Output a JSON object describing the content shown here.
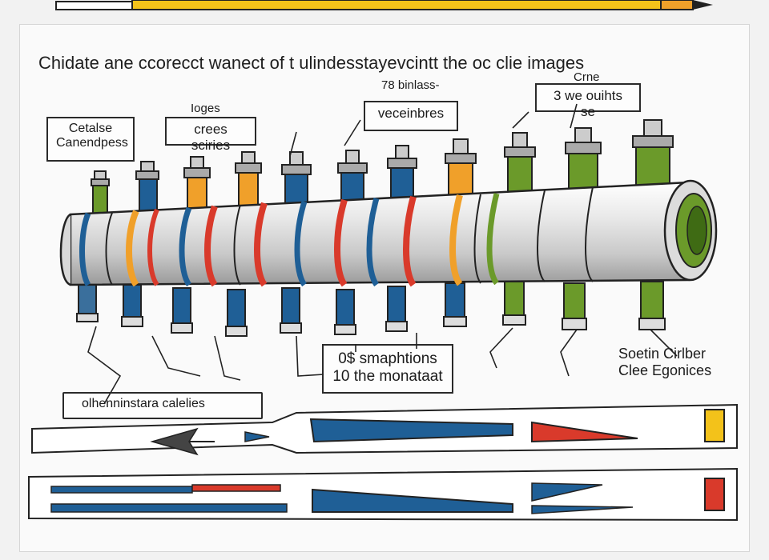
{
  "title": "Chidate ane ccorecct wanect of t ulindesstayevcintt the oc clie images",
  "labels": {
    "top_left_box": [
      "Cetalse",
      "Canendpess"
    ],
    "top_left_small": "Ioges",
    "second_box": "crees sciries",
    "center_top_small": "78 binlass-",
    "center_box": "veceinbres",
    "right_small": "Crne",
    "right_box": "3 we ouihts se",
    "mid_box": [
      "0$ smaphtions",
      "10 the monataat"
    ],
    "right_text": [
      "Soetin Cirlber",
      "Clee Egonices"
    ],
    "lower_box": "olhenninstara calelies"
  },
  "colors": {
    "blue": "#1f5f96",
    "red": "#d93a2b",
    "orange": "#f0a02a",
    "yellow": "#f3c21a",
    "green": "#6b9a2a",
    "dark": "#222222"
  },
  "pencil_colors": [
    "#f3c21a",
    "#f0a02a"
  ],
  "band_colors": [
    "#1f5f96",
    "#f0a02a",
    "#d93a2b",
    "#1f5f96",
    "#d93a2b",
    "#d93a2b",
    "#1f5f96",
    "#d93a2b",
    "#1f5f96",
    "#f0a02a",
    "#6b9a2a"
  ],
  "cylinders": [
    {
      "color": "#6b9a2a"
    },
    {
      "color": "#1f5f96"
    },
    {
      "color": "#f0a02a"
    },
    {
      "color": "#f0a02a"
    },
    {
      "color": "#1f5f96"
    },
    {
      "color": "#1f5f96"
    },
    {
      "color": "#1f5f96"
    },
    {
      "color": "#f0a02a"
    },
    {
      "color": "#6b9a2a"
    },
    {
      "color": "#6b9a2a"
    },
    {
      "color": "#6b9a2a"
    }
  ],
  "bottom_bars_row1": [
    {
      "color": "#1f5f96"
    },
    {
      "color": "#d93a2b"
    },
    {
      "color": "#f3c21a"
    }
  ],
  "bottom_bars_row2": [
    {
      "color": "#1f5f96"
    },
    {
      "color": "#d93a2b"
    },
    {
      "color": "#1f5f96"
    },
    {
      "color": "#1f5f96"
    },
    {
      "color": "#d93a2b"
    }
  ]
}
